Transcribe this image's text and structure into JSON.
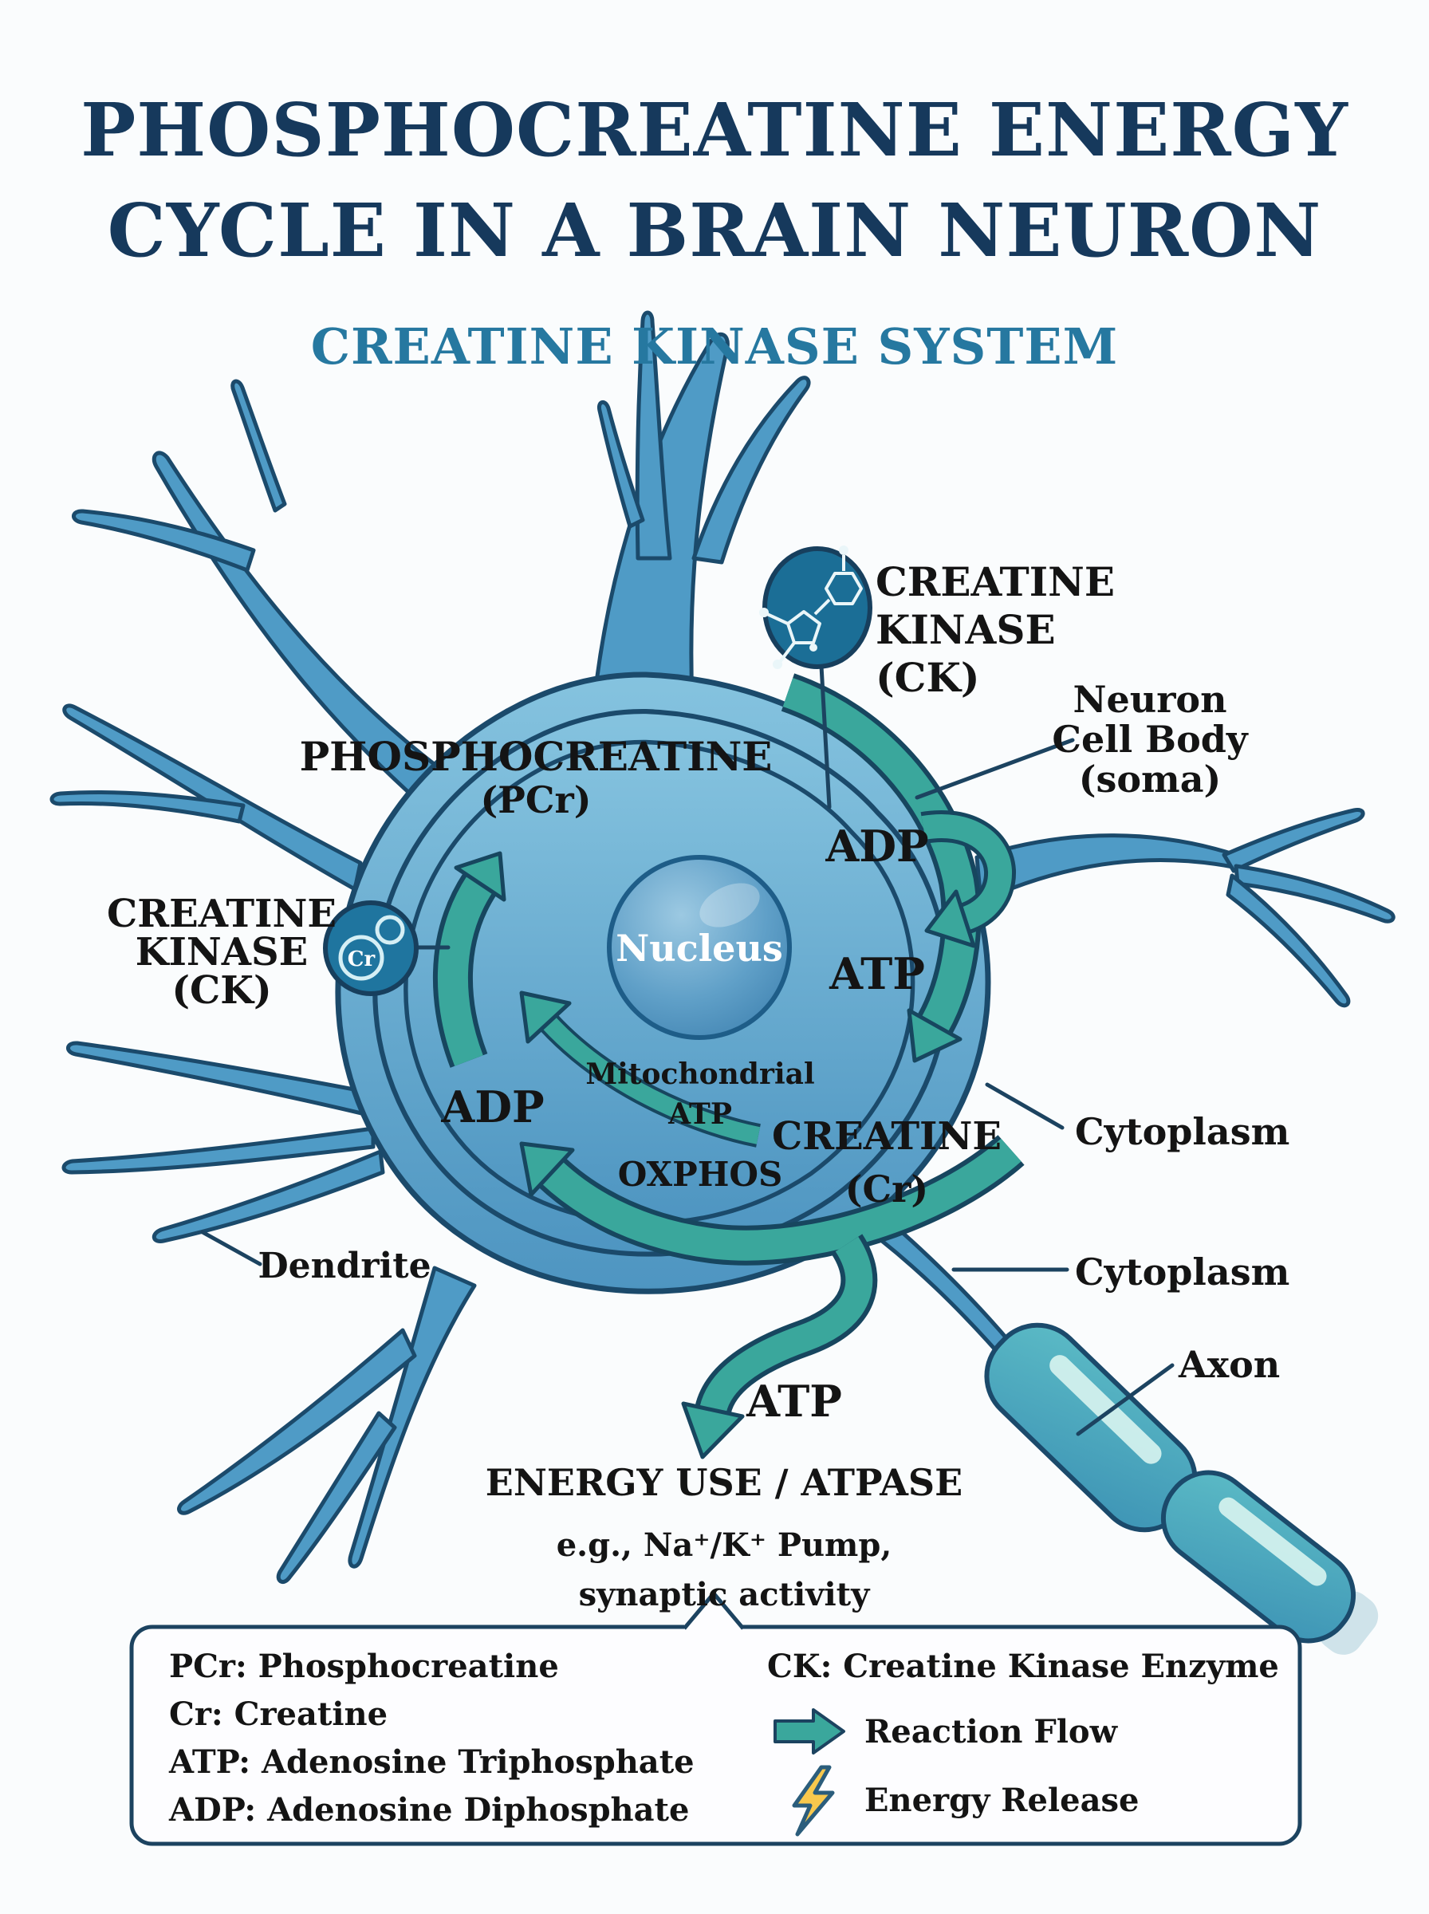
{
  "title": {
    "line1": "PHOSPHOCREATINE ENERGY",
    "line2": "CYCLE IN A BRAIN NEURON"
  },
  "subtitle": "CREATINE KINASE SYSTEM",
  "colors": {
    "title_navy": "#16395c",
    "subtitle_teal": "#2678a0",
    "arrow_teal": "#3aa79c",
    "outline_navy": "#1c4360",
    "neuron_blue": "#4f9bc6",
    "nucleus_blue": "#3c7fae",
    "bolt_yellow": "#f8c84d"
  },
  "neuron": {
    "ck_top": {
      "line1": "CREATINE",
      "line2": "KINASE",
      "line3": "(CK)"
    },
    "soma_label": {
      "line1": "Neuron",
      "line2": "Cell Body",
      "line3": "(soma)"
    },
    "pcr": {
      "line1": "PHOSPHOCREATINE",
      "line2": "(PCr)"
    },
    "adp_top": "ADP",
    "atp_right": "ATP",
    "nucleus": "Nucleus",
    "ck_left": {
      "line1": "CREATINE",
      "line2": "KINASE",
      "line3": "(CK)"
    },
    "cr_badge": "Cr",
    "mito": {
      "line1": "Mitochondrial",
      "line2": "ATP"
    },
    "oxphos": "OXPHOS",
    "adp_left": "ADP",
    "creatine": {
      "line1": "CREATINE",
      "line2": "(Cr)"
    },
    "cytoplasm_upper": "Cytoplasm",
    "cytoplasm_lower": "Cytoplasm",
    "dendrite": "Dendrite",
    "axon": "Axon",
    "atp_bottom": "ATP",
    "energy_use": "ENERGY USE / ATPASE",
    "energy_example": "e.g., Na⁺/K⁺ Pump,",
    "energy_example2": "synaptic activity"
  },
  "legend": {
    "abbreviations": [
      "PCr: Phosphocreatine",
      "Cr: Creatine",
      "ATP: Adenosine Triphosphate",
      "ADP: Adenosine Diphosphate"
    ],
    "ck_definition": "CK: Creatine Kinase Enzyme",
    "reaction_flow": "Reaction Flow",
    "energy_release": "Energy Release"
  }
}
